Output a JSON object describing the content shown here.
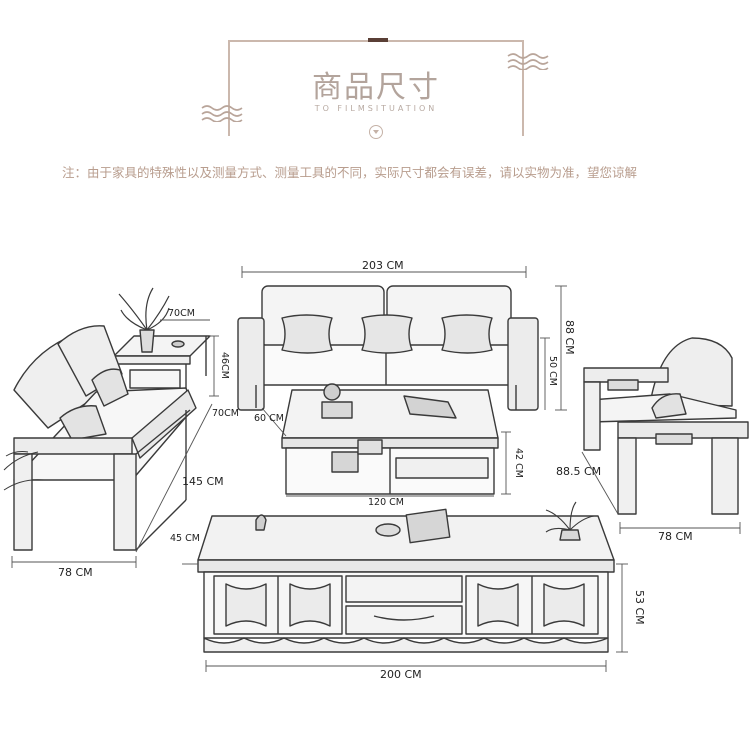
{
  "header": {
    "title_part1": "商品",
    "title_part2": "尺寸",
    "subtitle": "TO FILMSITUATION"
  },
  "note": "注：由于家具的特殊性以及测量方式、测量工具的不同，实际尺寸都会有误差，请以实物为准，望您谅解",
  "dimensions": {
    "sofa_width": "203 CM",
    "sofa_height": "88 CM",
    "sofa_seat_height": "50 CM",
    "side_table_top": "70CM",
    "side_table_height": "46CM",
    "side_table_depth": "70CM",
    "loveseat_length": "145 CM",
    "loveseat_depth": "78 CM",
    "loveseat_seat": "45 CM",
    "coffee_table_depth": "60 CM",
    "coffee_table_width": "120 CM",
    "coffee_table_height": "42 CM",
    "armchair_width": "88.5 CM",
    "armchair_depth": "78 CM",
    "tv_stand_width": "200 CM",
    "tv_stand_height": "53 CM"
  },
  "colors": {
    "accent_dark": "#7e6258",
    "accent_light": "#cbb8ad",
    "line": "#444444"
  }
}
